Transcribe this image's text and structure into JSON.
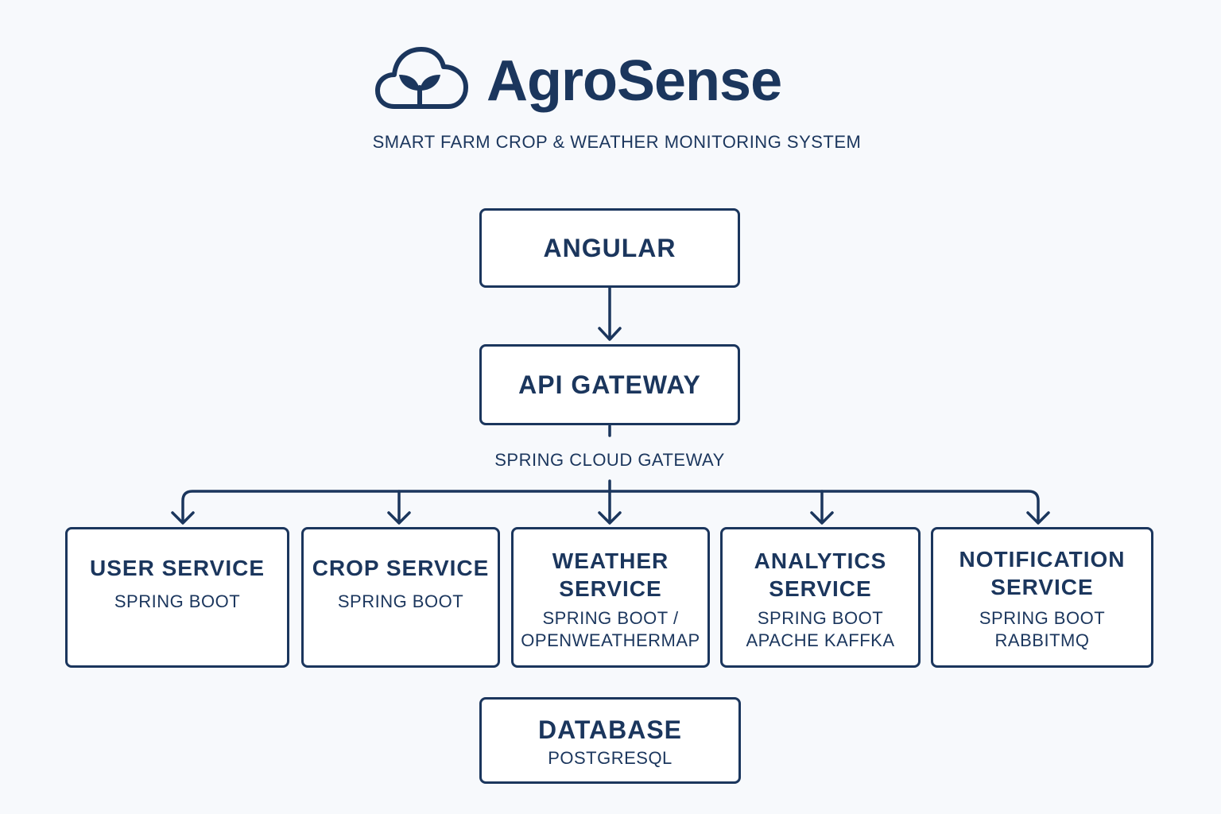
{
  "header": {
    "brand": "AgroSense",
    "tagline": "SMART FARM CROP & WEATHER MONITORING SYSTEM",
    "logo_icon": "cloud-sprout-icon"
  },
  "colors": {
    "primary": "#1b365d",
    "background": "#f7f9fc",
    "box_fill": "#ffffff"
  },
  "frontend": {
    "title": "ANGULAR"
  },
  "gateway": {
    "title": "API GATEWAY",
    "label": "SPRING CLOUD GATEWAY"
  },
  "services": [
    {
      "title": "USER SERVICE",
      "sub": "SPRING BOOT"
    },
    {
      "title": "CROP SERVICE",
      "sub": "SPRING BOOT"
    },
    {
      "title": "WEATHER SERVICE",
      "sub": "SPRING BOOT / OPENWEATHERMAP"
    },
    {
      "title": "ANALYTICS SERVICE",
      "sub": "SPRING BOOT APACHE KAFFKA"
    },
    {
      "title": "NOTIFICATION SERVICE",
      "sub": "SPRING BOOT RABBITMQ"
    }
  ],
  "database": {
    "title": "DATABASE",
    "sub": "POSTGRESQL"
  }
}
